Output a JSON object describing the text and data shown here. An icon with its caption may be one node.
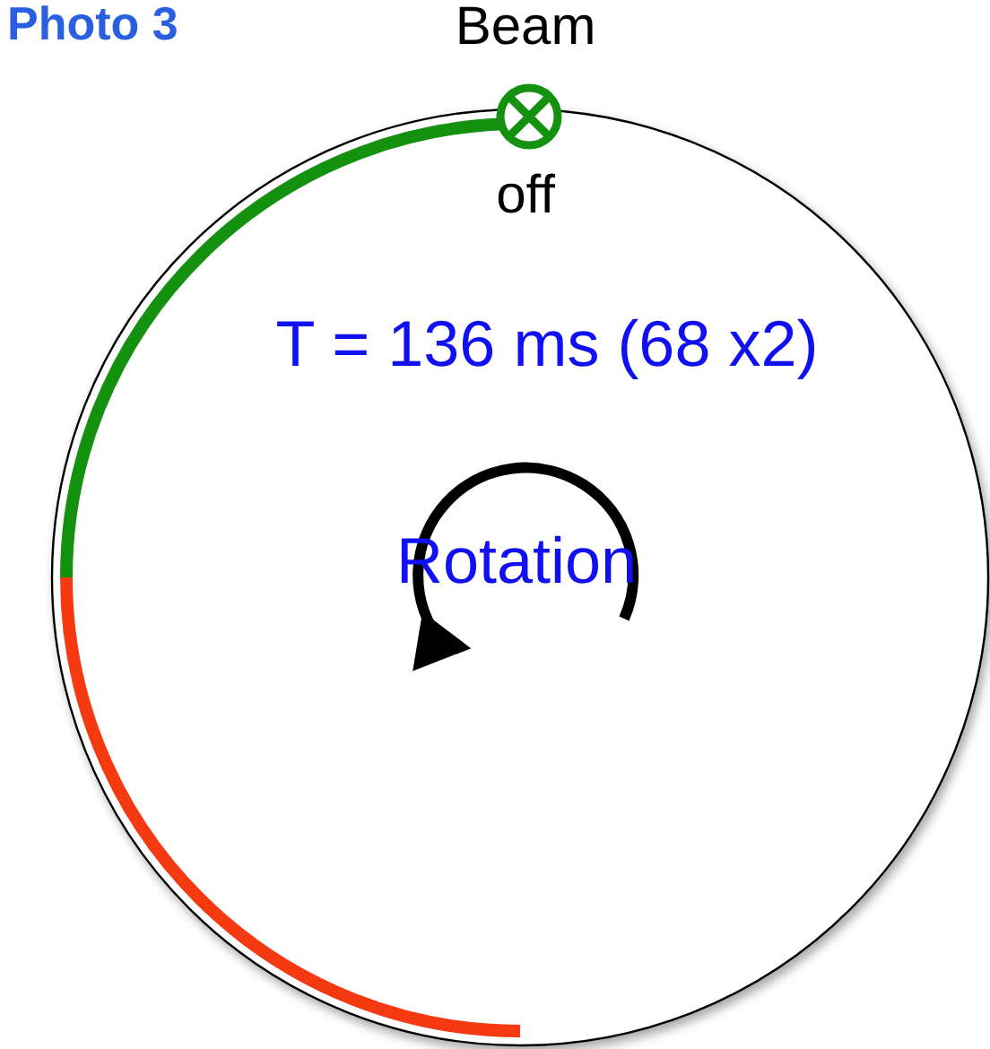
{
  "diagram": {
    "title": "Photo 3",
    "labels": [
      "Beam",
      "off",
      "T = 136 ms (68 x2)",
      "Rotation"
    ]
  }
}
